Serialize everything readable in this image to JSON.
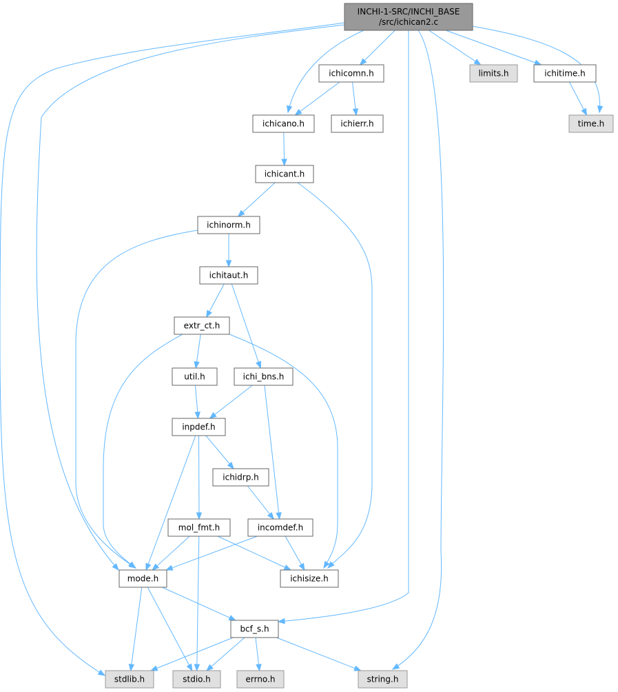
{
  "colors": {
    "root_fill": "#999999",
    "node_fill": "#ffffff",
    "missing_fill": "#e0e0e0",
    "border": "#666666",
    "edge": "#63b8ff"
  },
  "nodes": [
    {
      "id": "root",
      "lines": [
        "INCHI-1-SRC/INCHI_BASE",
        "/src/ichican2.c"
      ],
      "kind": "root"
    },
    {
      "id": "ichicomn",
      "lines": [
        "ichicomn.h"
      ],
      "kind": "normal"
    },
    {
      "id": "limits",
      "lines": [
        "limits.h"
      ],
      "kind": "missing"
    },
    {
      "id": "ichitime",
      "lines": [
        "ichitime.h"
      ],
      "kind": "normal"
    },
    {
      "id": "ichicano",
      "lines": [
        "ichicano.h"
      ],
      "kind": "normal"
    },
    {
      "id": "ichierr",
      "lines": [
        "ichierr.h"
      ],
      "kind": "normal"
    },
    {
      "id": "time",
      "lines": [
        "time.h"
      ],
      "kind": "missing"
    },
    {
      "id": "ichicant",
      "lines": [
        "ichicant.h"
      ],
      "kind": "normal"
    },
    {
      "id": "ichinorm",
      "lines": [
        "ichinorm.h"
      ],
      "kind": "normal"
    },
    {
      "id": "ichitaut",
      "lines": [
        "ichitaut.h"
      ],
      "kind": "normal"
    },
    {
      "id": "extr_ct",
      "lines": [
        "extr_ct.h"
      ],
      "kind": "normal"
    },
    {
      "id": "util",
      "lines": [
        "util.h"
      ],
      "kind": "normal"
    },
    {
      "id": "ichi_bns",
      "lines": [
        "ichi_bns.h"
      ],
      "kind": "normal"
    },
    {
      "id": "inpdef",
      "lines": [
        "inpdef.h"
      ],
      "kind": "normal"
    },
    {
      "id": "ichidrp",
      "lines": [
        "ichidrp.h"
      ],
      "kind": "normal"
    },
    {
      "id": "mol_fmt",
      "lines": [
        "mol_fmt.h"
      ],
      "kind": "normal"
    },
    {
      "id": "incomdef",
      "lines": [
        "incomdef.h"
      ],
      "kind": "normal"
    },
    {
      "id": "mode",
      "lines": [
        "mode.h"
      ],
      "kind": "normal"
    },
    {
      "id": "ichisize",
      "lines": [
        "ichisize.h"
      ],
      "kind": "normal"
    },
    {
      "id": "bcf_s",
      "lines": [
        "bcf_s.h"
      ],
      "kind": "normal"
    },
    {
      "id": "stdlib",
      "lines": [
        "stdlib.h"
      ],
      "kind": "missing"
    },
    {
      "id": "stdio",
      "lines": [
        "stdio.h"
      ],
      "kind": "missing"
    },
    {
      "id": "errno",
      "lines": [
        "errno.h"
      ],
      "kind": "missing"
    },
    {
      "id": "string",
      "lines": [
        "string.h"
      ],
      "kind": "missing"
    }
  ],
  "edges": [
    [
      "root",
      "ichicomn"
    ],
    [
      "root",
      "limits"
    ],
    [
      "root",
      "ichitime"
    ],
    [
      "root",
      "time"
    ],
    [
      "root",
      "ichicano"
    ],
    [
      "root",
      "mode"
    ],
    [
      "root",
      "stdlib"
    ],
    [
      "root",
      "bcf_s"
    ],
    [
      "root",
      "string"
    ],
    [
      "ichicomn",
      "ichicano"
    ],
    [
      "ichicomn",
      "ichierr"
    ],
    [
      "ichitime",
      "time"
    ],
    [
      "ichicano",
      "ichicant"
    ],
    [
      "ichicant",
      "ichinorm"
    ],
    [
      "ichicant",
      "ichisize"
    ],
    [
      "ichinorm",
      "ichitaut"
    ],
    [
      "ichinorm",
      "mode"
    ],
    [
      "ichitaut",
      "extr_ct"
    ],
    [
      "ichitaut",
      "ichi_bns"
    ],
    [
      "extr_ct",
      "util"
    ],
    [
      "extr_ct",
      "mode"
    ],
    [
      "extr_ct",
      "ichisize"
    ],
    [
      "util",
      "inpdef"
    ],
    [
      "ichi_bns",
      "inpdef"
    ],
    [
      "ichi_bns",
      "incomdef"
    ],
    [
      "inpdef",
      "ichidrp"
    ],
    [
      "inpdef",
      "mol_fmt"
    ],
    [
      "inpdef",
      "mode"
    ],
    [
      "ichidrp",
      "incomdef"
    ],
    [
      "mol_fmt",
      "mode"
    ],
    [
      "mol_fmt",
      "ichisize"
    ],
    [
      "mol_fmt",
      "stdio"
    ],
    [
      "incomdef",
      "mode"
    ],
    [
      "incomdef",
      "ichisize"
    ],
    [
      "mode",
      "bcf_s"
    ],
    [
      "mode",
      "stdlib"
    ],
    [
      "mode",
      "stdio"
    ],
    [
      "bcf_s",
      "stdlib"
    ],
    [
      "bcf_s",
      "stdio"
    ],
    [
      "bcf_s",
      "errno"
    ],
    [
      "bcf_s",
      "string"
    ]
  ]
}
